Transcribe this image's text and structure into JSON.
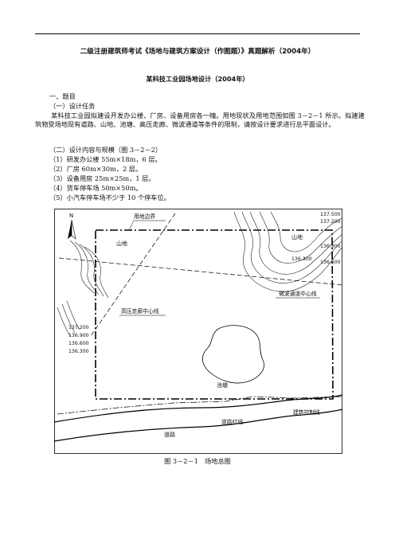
{
  "doc": {
    "title": "二级注册建筑师考试《场地与建筑方案设计（作图题）》真题解析（2004年）",
    "subtitle": "某科技工业园场地设计（2004年）",
    "section1": "一、题目",
    "sub1": "（一）设计任务",
    "para1": "某科技工业园拟建设开发办公楼、厂房、设备用房各一幢。用地现状及用地范围如图 3－2－1 所示。拟建建筑物受场地现有道路、山地、池塘、高压走廊、微波通道等条件的限制，请按设计要求进行总平面设计。",
    "sub2": "（二）设计内容与规模（图 3－2－2）",
    "items": [
      "（1）研发办公楼 55m×18m，6 层。",
      "（2）厂房 60m×30m，2 层。",
      "（3）设备用房 25m×25m，1 层。",
      "（4）货车停车场 50m×50m。",
      "（5）小汽车停车场不少于 10 个停车位。"
    ]
  },
  "figure": {
    "north": "N",
    "labels": {
      "boundary": "用地边界",
      "mountain_left": "山地",
      "mountain_right": "山地",
      "microwave": "微波通道中心线",
      "hv": "高压走廊中心线",
      "pond": "池塘",
      "road": "道路",
      "road_redline": "道路红线",
      "build_line": "建筑控制线"
    },
    "contours_right": [
      "137.500",
      "137.200",
      "136.900",
      "136.300",
      "136.600"
    ],
    "contours_left": [
      "137.200",
      "136.900",
      "136.600",
      "136.300"
    ],
    "caption": "图 3－2－1　场地总图"
  }
}
